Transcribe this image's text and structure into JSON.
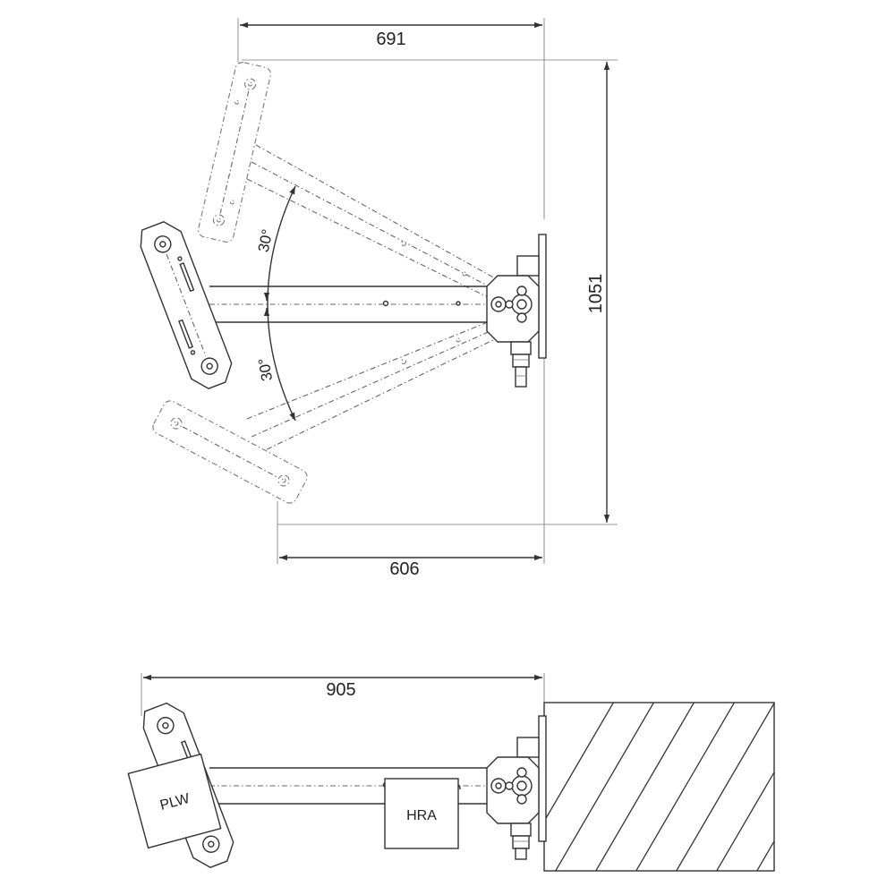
{
  "dimensions": {
    "top_width": "691",
    "bottom_width": "606",
    "height": "1051",
    "side_width": "905"
  },
  "angles": {
    "upper": "30°",
    "lower": "30°"
  },
  "labels": {
    "plw": "PLW",
    "hra": "HRA"
  }
}
